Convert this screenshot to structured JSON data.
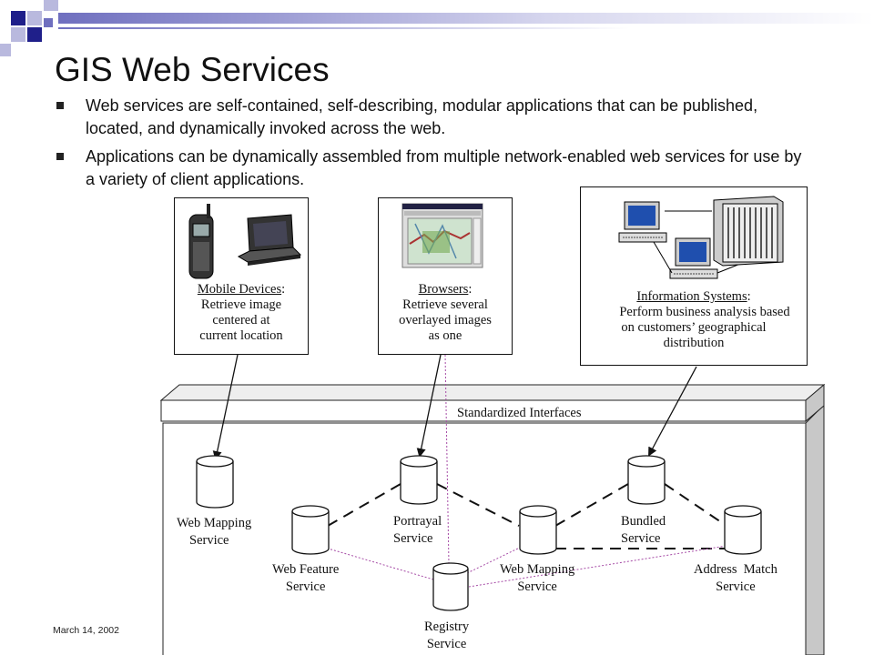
{
  "slide": {
    "title": "GIS Web Services",
    "bullets": [
      "Web services are self-contained, self-describing, modular applications that can be published, located, and dynamically invoked across the web.",
      "Applications can be dynamically assembled from multiple network-enabled web services for use by a variety of client applications."
    ],
    "footer_date": "March 14, 2002"
  },
  "clients": {
    "mobile": {
      "heading": "Mobile Devices",
      "colon": ":",
      "body": [
        "Retrieve image",
        "centered at",
        "current location"
      ]
    },
    "browsers": {
      "heading": "Browsers",
      "colon": ":",
      "body": [
        "Retrieve several",
        "overlayed images",
        "as one"
      ]
    },
    "info": {
      "heading": "Information Systems",
      "colon": ":",
      "body": [
        "Perform business analysis based",
        "on customers’ geographical",
        "distribution"
      ]
    }
  },
  "interface_label": "Standardized Interfaces",
  "services": {
    "wms_top": [
      "Web Mapping",
      "Service"
    ],
    "wfs": [
      "Web Feature",
      "Service"
    ],
    "portrayal": [
      "Portrayal",
      "Service"
    ],
    "wms_mid": [
      "Web Mapping",
      "Service"
    ],
    "bundled": [
      "Bundled",
      "Service"
    ],
    "address": [
      "Address  Match",
      "Service"
    ],
    "registry": [
      "Registry",
      "Service"
    ]
  },
  "colors": {
    "corner_dark": "#1f1f8a",
    "corner_mid": "#6f6fbf",
    "corner_light": "#b9b9de",
    "registry_link": "#a64ca6"
  }
}
